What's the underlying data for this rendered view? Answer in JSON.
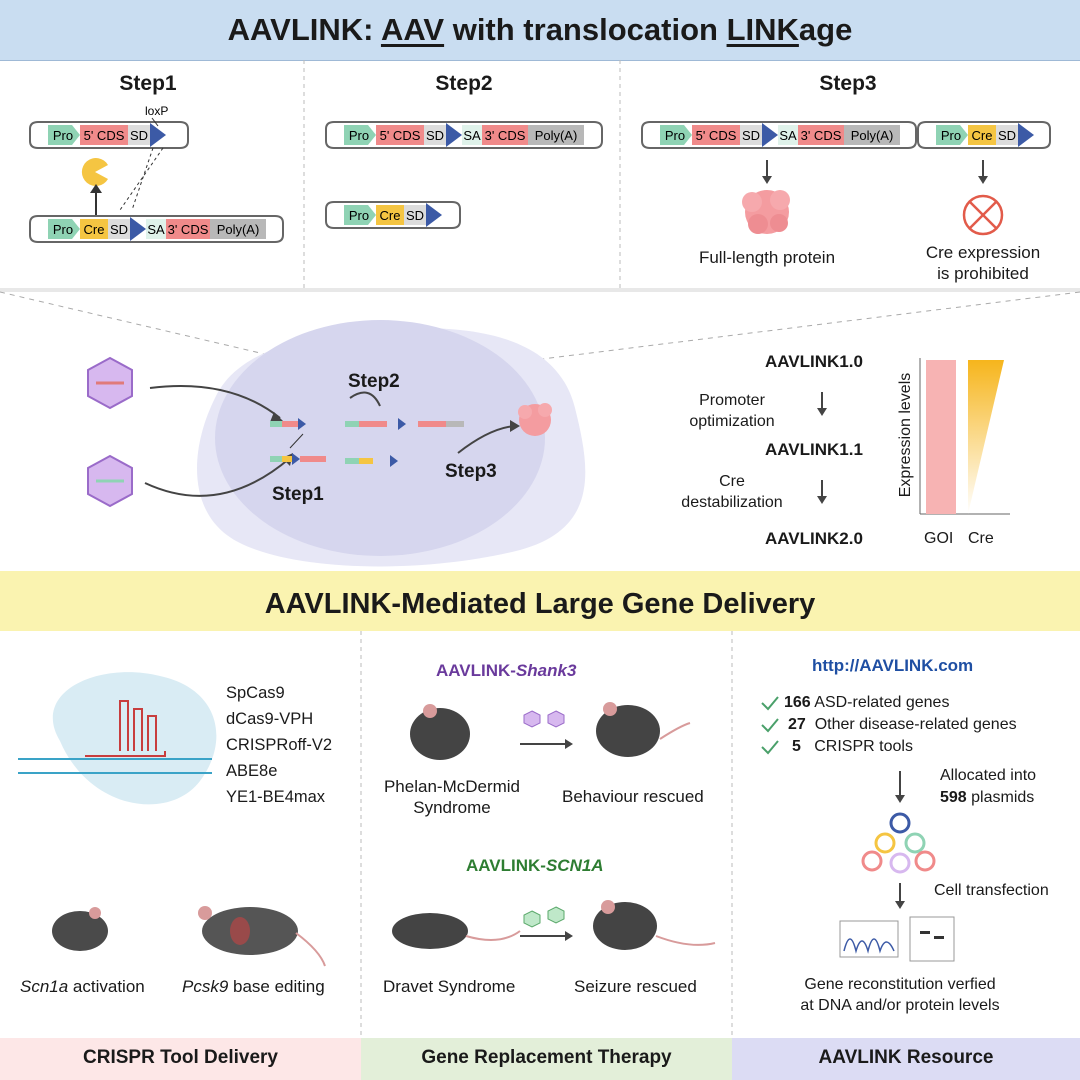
{
  "title": {
    "prefix": "AAVLINK: ",
    "aav": "AAV",
    "middle": " with translocation ",
    "link": "LINK",
    "suffix": "age"
  },
  "steps": {
    "step1": "Step1",
    "step2": "Step2",
    "step3": "Step3"
  },
  "construct_labels": {
    "pro": "Pro",
    "cds5": "5' CDS",
    "sd": "SD",
    "cre": "Cre",
    "sa": "SA",
    "cds3": "3' CDS",
    "polya": "Poly(A)",
    "loxp": "loxP"
  },
  "outcomes": {
    "full_length": "Full-length protein",
    "cre_prohibited_1": "Cre expression",
    "cre_prohibited_2": "is prohibited"
  },
  "cell_panel": {
    "step1": "Step1",
    "step2": "Step2",
    "step3": "Step3"
  },
  "versions": {
    "v10": "AAVLINK1.0",
    "promoter_1": "Promoter",
    "promoter_2": "optimization",
    "v11": "AAVLINK1.1",
    "cre_destab_1": "Cre",
    "cre_destab_2": "destabilization",
    "v20": "AAVLINK2.0",
    "expression_axis": "Expression levels",
    "goi": "GOI",
    "cre": "Cre"
  },
  "mid_title": "AAVLINK-Mediated Large Gene Delivery",
  "crispr": {
    "tools": [
      "SpCas9",
      "dCas9-VPH",
      "CRISPRoff-V2",
      "ABE8e",
      "YE1-BE4max"
    ],
    "scn1a_italic": "Scn1a",
    "scn1a_rest": " activation",
    "pcsk9_italic": "Pcsk9",
    "pcsk9_rest": " base editing",
    "footer": "CRISPR Tool Delivery"
  },
  "gene_replacement": {
    "shank3_prefix": "AAVLINK-",
    "shank3_gene": "Shank3",
    "pmd_1": "Phelan-McDermid",
    "pmd_2": "Syndrome",
    "behaviour": "Behaviour rescued",
    "scn1a_prefix": "AAVLINK-",
    "scn1a_gene": "SCN1A",
    "dravet": "Dravet Syndrome",
    "seizure": "Seizure rescued",
    "footer": "Gene Replacement Therapy"
  },
  "resource": {
    "url": "http://AAVLINK.com",
    "items": [
      {
        "count": "166",
        "text": "ASD-related genes"
      },
      {
        "count": "27",
        "text": "Other disease-related genes"
      },
      {
        "count": "5",
        "text": "CRISPR tools"
      }
    ],
    "allocated_1": "Allocated into",
    "allocated_count": "598",
    "allocated_2": " plasmids",
    "transfection": "Cell transfection",
    "verified_1": "Gene reconstitution verfied",
    "verified_2": "at DNA and/or protein levels",
    "footer": "AAVLINK Resource"
  },
  "colors": {
    "title_bg": "#c9ddf1",
    "mid_bg": "#faf3b0",
    "pro": "#8fd3b4",
    "cds": "#f08a8a",
    "cre": "#f5c542",
    "polya": "#b8b8b8",
    "lox": "#3c5aa6",
    "goi_bar": "#f7b3b3",
    "cre_bar": "#f6b51c",
    "shank3_text": "#6a3a9c",
    "scn1a_text": "#2e7d32",
    "url_text": "#1f4fa3",
    "crispr_footer": "#fde7e7",
    "gene_footer": "#e3efd9",
    "resource_footer": "#dcdcf4"
  }
}
